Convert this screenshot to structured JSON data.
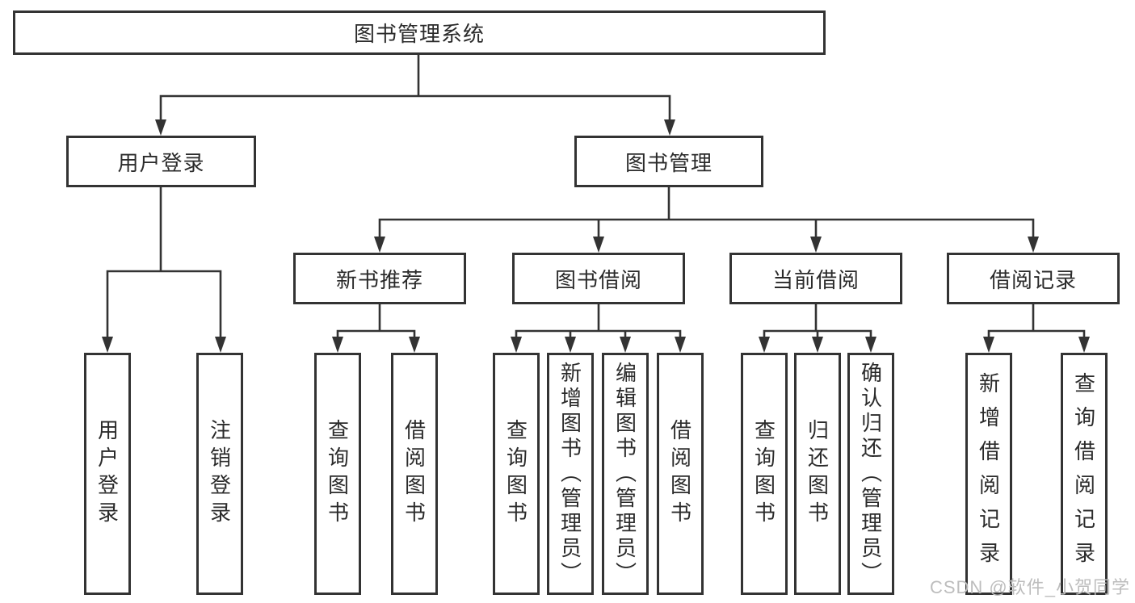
{
  "diagram": {
    "root": {
      "label": "图书管理系统",
      "children": [
        {
          "label": "用户登录",
          "children": [
            {
              "label": "用户登录"
            },
            {
              "label": "注销登录"
            }
          ]
        },
        {
          "label": "图书管理",
          "children": [
            {
              "label": "新书推荐",
              "children": [
                {
                  "label": "查询图书"
                },
                {
                  "label": "借阅图书"
                }
              ]
            },
            {
              "label": "图书借阅",
              "children": [
                {
                  "label": "查询图书"
                },
                {
                  "label": "新增图书（管理员）"
                },
                {
                  "label": "编辑图书（管理员）"
                },
                {
                  "label": "借阅图书"
                }
              ]
            },
            {
              "label": "当前借阅",
              "children": [
                {
                  "label": "查询图书"
                },
                {
                  "label": "归还图书"
                },
                {
                  "label": "确认归还（管理员）"
                }
              ]
            },
            {
              "label": "借阅记录",
              "children": [
                {
                  "label": "新增借阅记录"
                },
                {
                  "label": "查询借阅记录"
                }
              ]
            }
          ]
        }
      ]
    }
  },
  "watermark": "CSDN @软件_小贺同学",
  "colors": {
    "line": "#333333",
    "box_border": "#333333",
    "text": "#2b2b2b",
    "background": "#ffffff",
    "watermark": "#bdbdbd"
  }
}
